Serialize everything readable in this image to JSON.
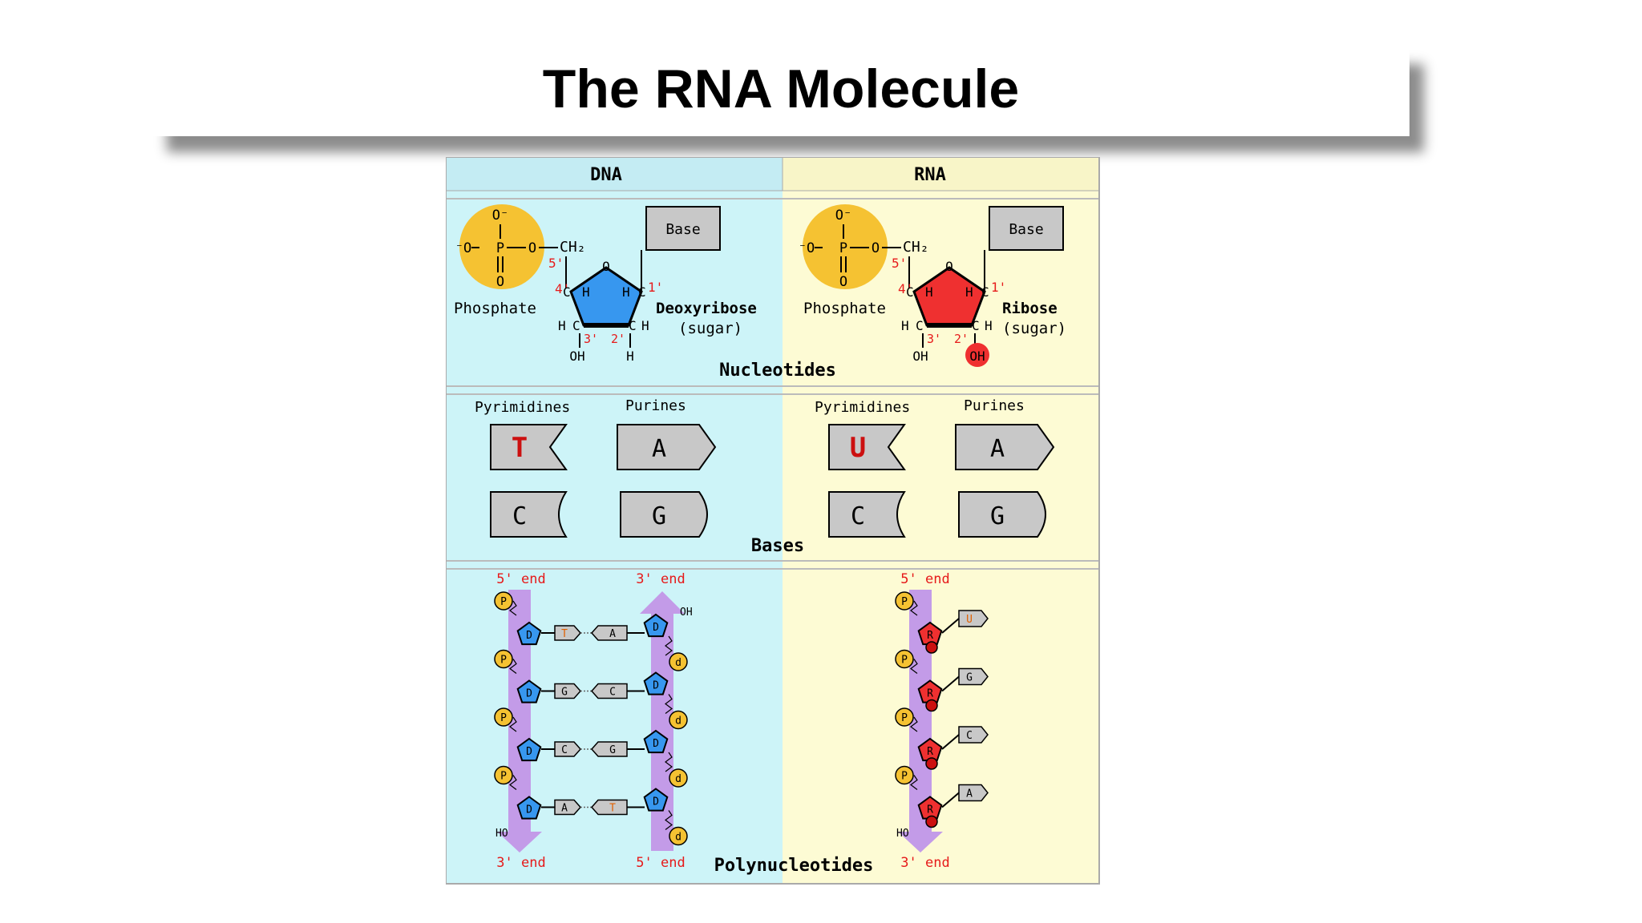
{
  "slide": {
    "title": "The RNA Molecule"
  },
  "colors": {
    "dna_panel": "#cdf4f8",
    "rna_panel": "#fdfbd4",
    "header_dna": "#c4ecf3",
    "header_rna": "#f8f5c8",
    "phosphate": "#f5c232",
    "deoxyribose": "#3797ef",
    "ribose": "#ef3030",
    "backbone": "#c39be8",
    "prime_label": "#e61a1a",
    "base_fill": "#c8c8c8"
  },
  "columns": {
    "dna": "DNA",
    "rna": "RNA"
  },
  "nucleotides": {
    "section_label": "Nucleotides",
    "dna": {
      "phosphate_label": "Phosphate",
      "sugar_name": "Deoxyribose",
      "sugar_sub": "(sugar)",
      "base_box": "Base",
      "o_top": "O⁻",
      "o_left": "⁻O",
      "p": "P",
      "o_bridge": "O",
      "o_bottom": "O",
      "ch2": "CH₂",
      "ring_o": "O",
      "five_prime": "5'",
      "four_prime": "4'",
      "one_prime": "1'",
      "three_prime": "3'",
      "two_prime": "2'",
      "c": "C",
      "h": "H",
      "oh": "OH",
      "c2_sub": "H"
    },
    "rna": {
      "phosphate_label": "Phosphate",
      "sugar_name": "Ribose",
      "sugar_sub": "(sugar)",
      "base_box": "Base",
      "o_top": "O⁻",
      "o_left": "⁻O",
      "p": "P",
      "o_bridge": "O",
      "o_bottom": "O",
      "ch2": "CH₂",
      "ring_o": "O",
      "five_prime": "5'",
      "four_prime": "4'",
      "one_prime": "1'",
      "three_prime": "3'",
      "two_prime": "2'",
      "c": "C",
      "h": "H",
      "oh": "OH",
      "c2_sub": "OH"
    }
  },
  "bases": {
    "section_label": "Bases",
    "dna": {
      "pyrimidines": "Pyrimidines",
      "purines": "Purines",
      "pyr1": "T",
      "pyr2": "C",
      "pur1": "A",
      "pur2": "G"
    },
    "rna": {
      "pyrimidines": "Pyrimidines",
      "purines": "Purines",
      "pyr1": "U",
      "pyr2": "C",
      "pur1": "A",
      "pur2": "G"
    }
  },
  "polynucleotides": {
    "section_label": "Polynucleotides",
    "dna": {
      "left_top": "5' end",
      "left_bottom": "3' end",
      "right_top": "3' end",
      "right_bottom": "5' end",
      "oh": "OH",
      "ho": "HO",
      "p": "P",
      "d": "D",
      "pairs": [
        [
          "T",
          "A"
        ],
        [
          "G",
          "C"
        ],
        [
          "C",
          "G"
        ],
        [
          "A",
          "T"
        ]
      ]
    },
    "rna": {
      "top": "5' end",
      "bottom": "3' end",
      "ho": "HO",
      "p": "P",
      "r": "R",
      "bases": [
        "U",
        "G",
        "C",
        "A"
      ]
    }
  }
}
